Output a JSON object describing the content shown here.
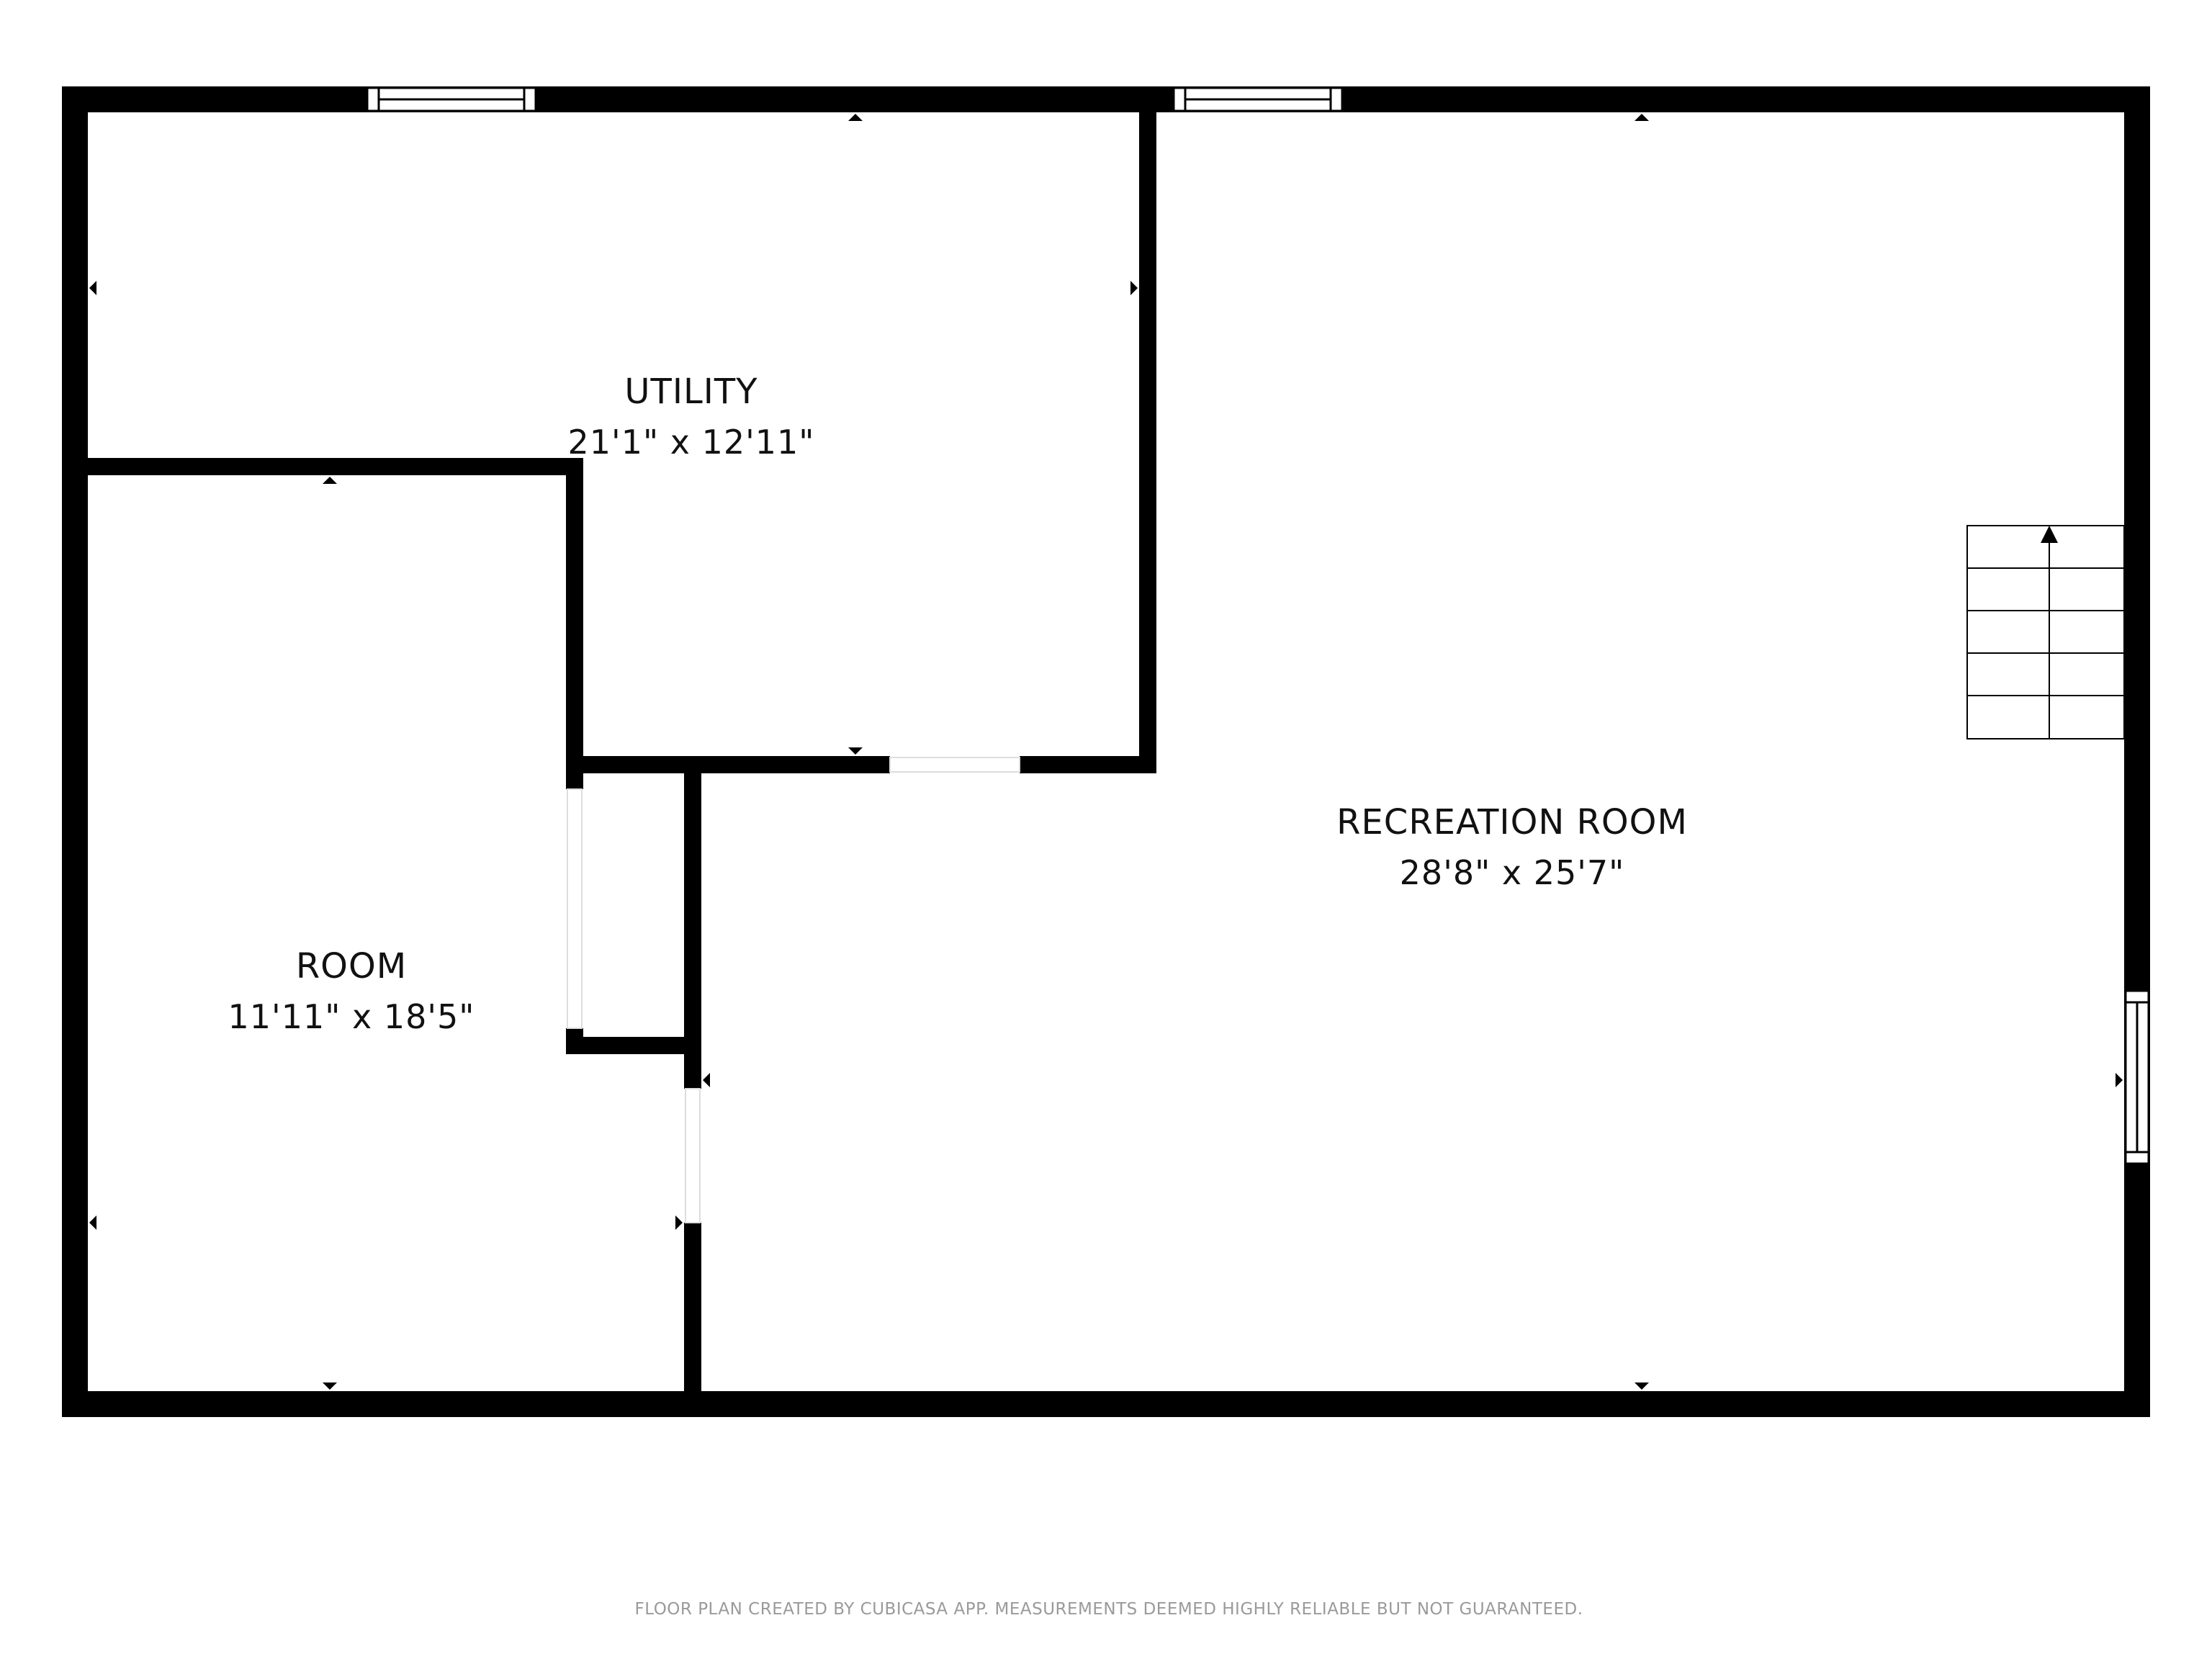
{
  "rooms": {
    "utility": {
      "name": "UTILITY",
      "dimensions": "21'1\" x 12'11\""
    },
    "room": {
      "name": "ROOM",
      "dimensions": "11'11\" x 18'5\""
    },
    "recreation": {
      "name": "RECREATION ROOM",
      "dimensions": "28'8\" x 25'7\""
    }
  },
  "stairs": {
    "icon": "up-arrow-icon"
  },
  "footer": {
    "disclaimer": "FLOOR PLAN CREATED BY CUBICASA APP. MEASUREMENTS DEEMED HIGHLY RELIABLE BUT NOT GUARANTEED."
  },
  "colors": {
    "wall": "#000000",
    "background": "#ffffff",
    "footer_text": "#9a9a9a"
  }
}
